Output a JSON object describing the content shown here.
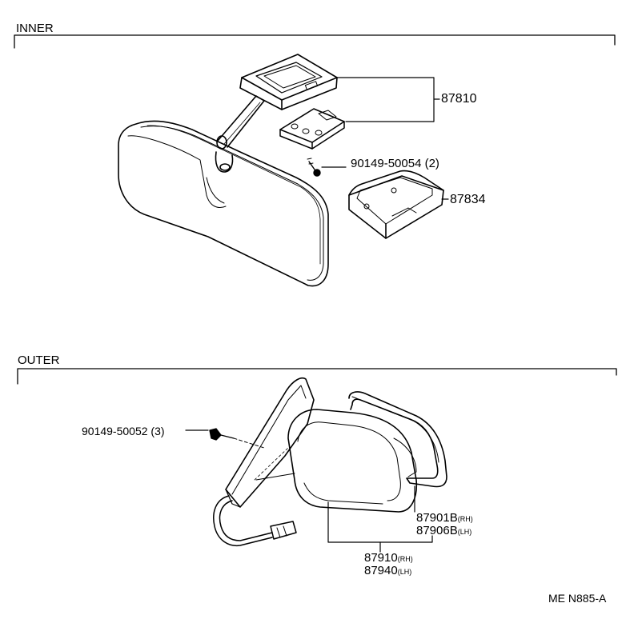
{
  "sections": {
    "inner": "INNER",
    "outer": "OUTER"
  },
  "inner_parts": {
    "mirror_assy": "87810",
    "screw": "90149-50054",
    "screw_qty": "(2)",
    "cover": "87834"
  },
  "outer_parts": {
    "screw": "90149-50052",
    "screw_qty": "(3)",
    "glass_rh_num": "87901B",
    "glass_rh_side": "(RH)",
    "glass_lh_num": "87906B",
    "glass_lh_side": "(LH)",
    "mirror_rh_num": "87910",
    "mirror_rh_side": "(RH)",
    "mirror_lh_num": "87940",
    "mirror_lh_side": "(LH)"
  },
  "figure_code": "ME N885-A"
}
